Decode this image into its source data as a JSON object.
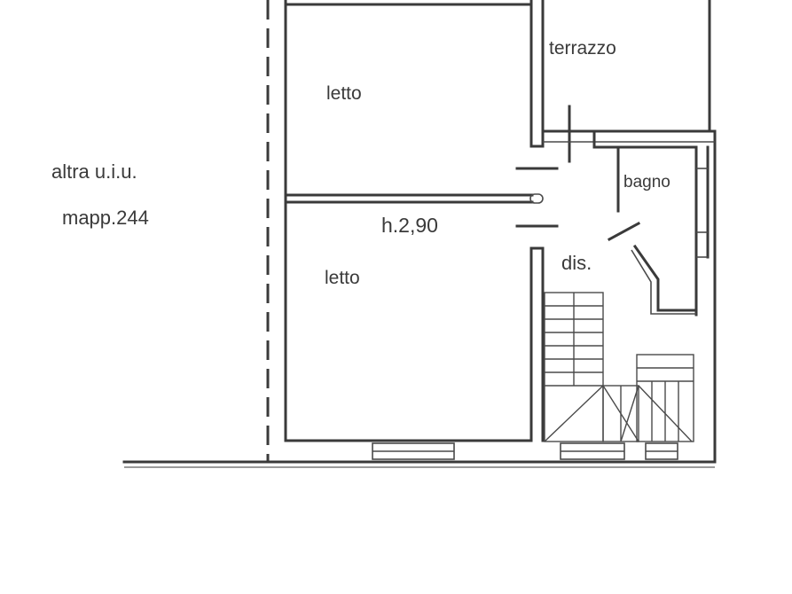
{
  "labels": {
    "room_top": "letto",
    "room_bottom": "letto",
    "terrace": "terrazzo",
    "bathroom": "bagno",
    "corridor": "dis.",
    "height": "h.2,90",
    "other_unit": "altra u.i.u.",
    "parcel": "mapp.244"
  },
  "colors": {
    "wall": "#3a3a3a",
    "text": "#3a3a3a",
    "faint": "#9a9a9a",
    "background": "#ffffff"
  }
}
